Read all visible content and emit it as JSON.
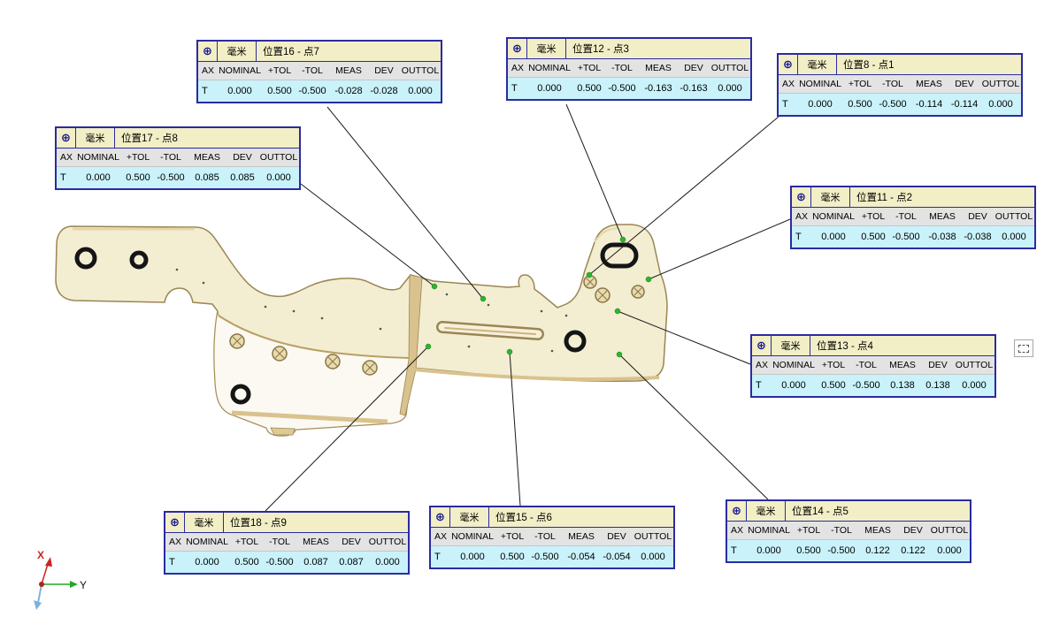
{
  "units_label": "毫米",
  "columns": [
    "AX",
    "NOMINAL",
    "+TOL",
    "-TOL",
    "MEAS",
    "DEV",
    "OUTTOL"
  ],
  "icons": {
    "position_symbol": "⊕"
  },
  "annotations": [
    {
      "title": "位置16 - 点7",
      "values": [
        "T",
        "0.000",
        "0.500",
        "-0.500",
        "-0.028",
        "-0.028",
        "0.000"
      ]
    },
    {
      "title": "位置17 - 点8",
      "values": [
        "T",
        "0.000",
        "0.500",
        "-0.500",
        "0.085",
        "0.085",
        "0.000"
      ]
    },
    {
      "title": "位置12 - 点3",
      "values": [
        "T",
        "0.000",
        "0.500",
        "-0.500",
        "-0.163",
        "-0.163",
        "0.000"
      ]
    },
    {
      "title": "位置8 - 点1",
      "values": [
        "T",
        "0.000",
        "0.500",
        "-0.500",
        "-0.114",
        "-0.114",
        "0.000"
      ]
    },
    {
      "title": "位置11 - 点2",
      "values": [
        "T",
        "0.000",
        "0.500",
        "-0.500",
        "-0.038",
        "-0.038",
        "0.000"
      ]
    },
    {
      "title": "位置13 - 点4",
      "values": [
        "T",
        "0.000",
        "0.500",
        "-0.500",
        "0.138",
        "0.138",
        "0.000"
      ]
    },
    {
      "title": "位置14 - 点5",
      "values": [
        "T",
        "0.000",
        "0.500",
        "-0.500",
        "0.122",
        "0.122",
        "0.000"
      ]
    },
    {
      "title": "位置15 - 点6",
      "values": [
        "T",
        "0.000",
        "0.500",
        "-0.500",
        "-0.054",
        "-0.054",
        "0.000"
      ]
    },
    {
      "title": "位置18 - 点9",
      "values": [
        "T",
        "0.000",
        "0.500",
        "-0.500",
        "0.087",
        "0.087",
        "0.000"
      ]
    }
  ],
  "axis_triad": {
    "x_label": "X",
    "y_label": "Y"
  },
  "colors": {
    "box_border": "#2b2ba0",
    "header_bg": "#f2eec5",
    "columns_bg": "#e3e3e3",
    "values_bg": "#c9f2fb",
    "part_fill": "#f3edd2",
    "part_edge": "#9a8653",
    "measurement_point": "#2db52d",
    "axis_x": "#cc2222",
    "axis_y": "#22aa22",
    "axis_z": "#7ab2dd"
  }
}
